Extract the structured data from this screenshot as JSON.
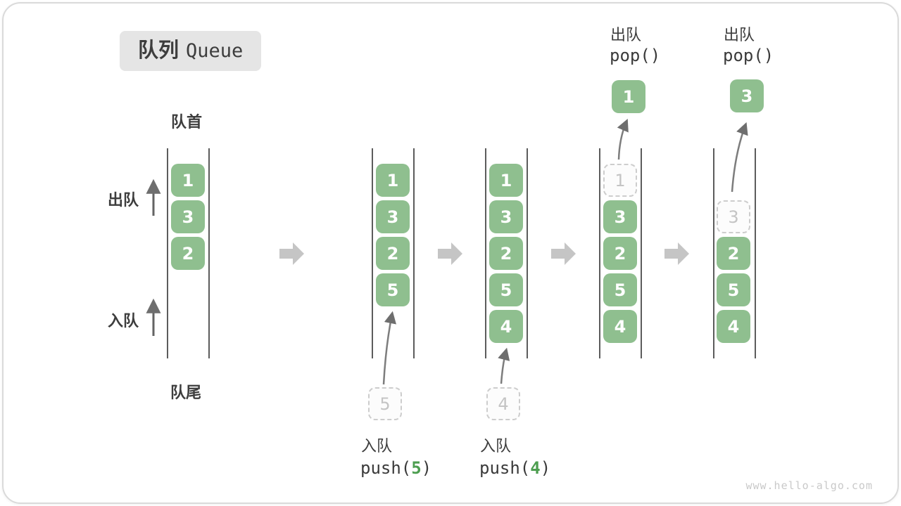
{
  "title": {
    "zh": "队列",
    "en": "Queue"
  },
  "labels": {
    "front": "队首",
    "rear": "队尾",
    "dequeue": "出队",
    "enqueue": "入队"
  },
  "watermark": "www.hello-algo.com",
  "colors": {
    "box_green": "#8fbf8f",
    "arg_green": "#4d9e50",
    "block_arrow_gray": "#c5c5c5",
    "thin_arrow_gray": "#7d7d7d",
    "ghost_gray": "#c4c4c4",
    "badge_bg": "#e5e5e5",
    "text_dark": "#3d3d3d"
  },
  "states": [
    {
      "items": [
        {
          "v": "1",
          "kind": "solid",
          "slot": 0
        },
        {
          "v": "3",
          "kind": "solid",
          "slot": 1
        },
        {
          "v": "2",
          "kind": "solid",
          "slot": 2
        }
      ]
    },
    {
      "items": [
        {
          "v": "1",
          "kind": "solid",
          "slot": 0
        },
        {
          "v": "3",
          "kind": "solid",
          "slot": 1
        },
        {
          "v": "2",
          "kind": "solid",
          "slot": 2
        },
        {
          "v": "5",
          "kind": "solid",
          "slot": 3
        }
      ],
      "pending": {
        "v": "5"
      },
      "op": {
        "action": "入队",
        "fn": "push(",
        "arg": "5",
        "close": ")"
      }
    },
    {
      "items": [
        {
          "v": "1",
          "kind": "solid",
          "slot": 0
        },
        {
          "v": "3",
          "kind": "solid",
          "slot": 1
        },
        {
          "v": "2",
          "kind": "solid",
          "slot": 2
        },
        {
          "v": "5",
          "kind": "solid",
          "slot": 3
        },
        {
          "v": "4",
          "kind": "solid",
          "slot": 4
        }
      ],
      "pending": {
        "v": "4"
      },
      "op": {
        "action": "入队",
        "fn": "push(",
        "arg": "4",
        "close": ")"
      }
    },
    {
      "items": [
        {
          "v": "1",
          "kind": "ghost",
          "slot": 0
        },
        {
          "v": "3",
          "kind": "solid",
          "slot": 1
        },
        {
          "v": "2",
          "kind": "solid",
          "slot": 2
        },
        {
          "v": "5",
          "kind": "solid",
          "slot": 3
        },
        {
          "v": "4",
          "kind": "solid",
          "slot": 4
        }
      ],
      "popped": {
        "v": "1"
      },
      "op": {
        "action": "出队",
        "code": "pop()"
      }
    },
    {
      "items": [
        {
          "v": "3",
          "kind": "ghost",
          "slot": 1
        },
        {
          "v": "2",
          "kind": "solid",
          "slot": 2
        },
        {
          "v": "5",
          "kind": "solid",
          "slot": 3
        },
        {
          "v": "4",
          "kind": "solid",
          "slot": 4
        }
      ],
      "popped": {
        "v": "3"
      },
      "op": {
        "action": "出队",
        "code": "pop()"
      }
    }
  ]
}
